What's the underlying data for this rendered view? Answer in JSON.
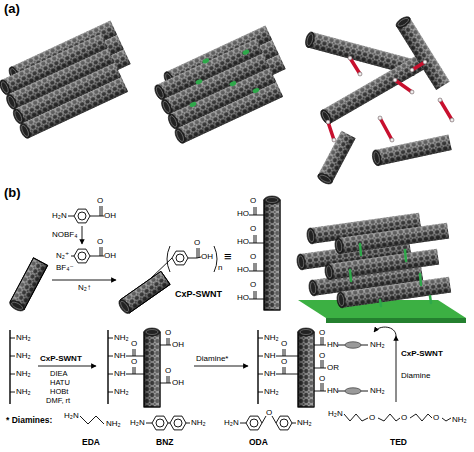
{
  "diagram": {
    "labels": [
      "(a)",
      "(b)",
      "H₂N",
      "O",
      "OH",
      "NOBF₄",
      "N₂⁺",
      "O",
      "OH",
      "BF₄⁻",
      "N₂↑",
      "O",
      "OH",
      "n",
      "CxP-SWNT",
      "≡",
      "O",
      "HO",
      "O",
      "HO",
      "O",
      "HO",
      "O",
      "HO",
      "NH₂",
      "NH₂",
      "NH₂",
      "NH₂",
      "CxP-SWNT",
      "DIEA",
      "HATU",
      "HOBt",
      "DMF, rt",
      "NH₂",
      "NH",
      "O",
      "NH",
      "O",
      "NH₂",
      "O",
      "OH",
      "O",
      "OH",
      "Diamine*",
      "NH₂",
      "NH",
      "O",
      "NH",
      "O",
      "NH₂",
      "O",
      "HN",
      "NH₂",
      "O",
      "OR",
      "O",
      "HN",
      "NH₂",
      "CxP-SWNT",
      "Diamine",
      "* Diamines:",
      "H₂N",
      "NH₂",
      "EDA",
      "H₂N",
      "NH₂",
      "BNZ",
      "H₂N",
      "O",
      "NH₂",
      "ODA",
      "H₂N",
      "O",
      "O",
      "O",
      "NH₂",
      "TED"
    ]
  }
}
